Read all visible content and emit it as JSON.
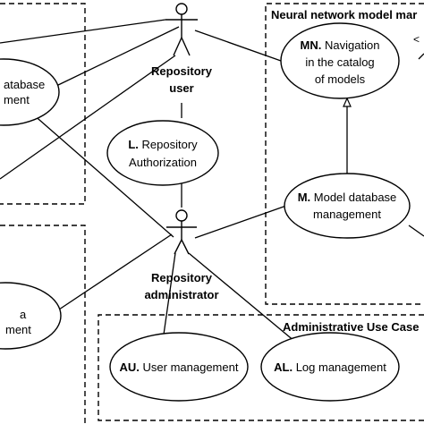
{
  "packages": {
    "neural": {
      "title": "Neural network model mar"
    },
    "admin": {
      "title": "Administrative Use Case"
    }
  },
  "actors": {
    "user": {
      "line1": "Repository",
      "line2": "user"
    },
    "admin": {
      "line1": "Repository",
      "line2": "administrator"
    }
  },
  "usecases": {
    "left_top": {
      "line1": "atabase",
      "line2": "ment"
    },
    "left_bottom": {
      "line1": "a",
      "line2": "ment"
    },
    "auth": {
      "code": "L.",
      "line1_rest": " Repository",
      "line2": "Authorization"
    },
    "nav": {
      "code": "MN.",
      "line1_rest": " Navigation",
      "line2": "in the catalog",
      "line3": "of models"
    },
    "model_db": {
      "code": "M.",
      "line1_rest": " Model database",
      "line2": "management"
    },
    "user_mgmt": {
      "code": "AU.",
      "label_rest": " User management"
    },
    "log_mgmt": {
      "code": "AL.",
      "label_rest": " Log management"
    }
  },
  "edge_fragments": {
    "right_top": "<"
  },
  "colors": {
    "stroke": "#000000",
    "background": "#ffffff"
  }
}
